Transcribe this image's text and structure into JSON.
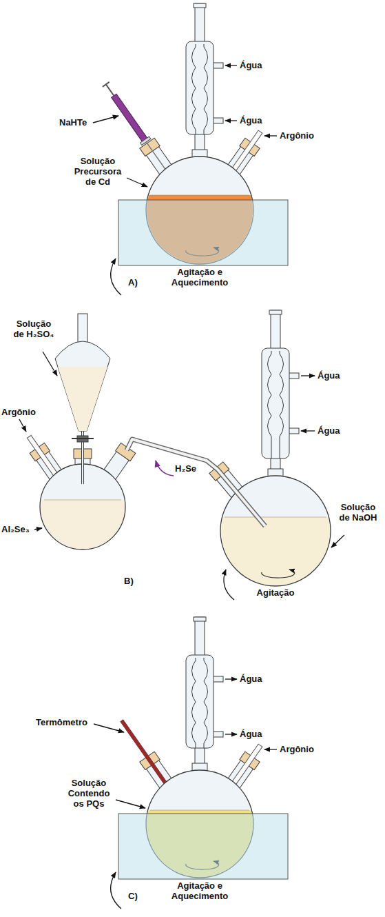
{
  "diagram": {
    "labels": [
      "Água",
      "NaHTe",
      "Água",
      "Argônio",
      "Solução Precursora de Cd",
      "Agitação e Aquecimento",
      "A)",
      "Solução de H₂SO₄",
      "Argônio",
      "Al₂Se₃",
      "H₂Se",
      "Água",
      "Água",
      "Solução de NaOH",
      "Agitação",
      "B)",
      "Termômetro",
      "Água",
      "Água",
      "Argônio",
      "Solução Contendo os PQs",
      "Agitação e Aquecimento",
      "C)"
    ]
  }
}
